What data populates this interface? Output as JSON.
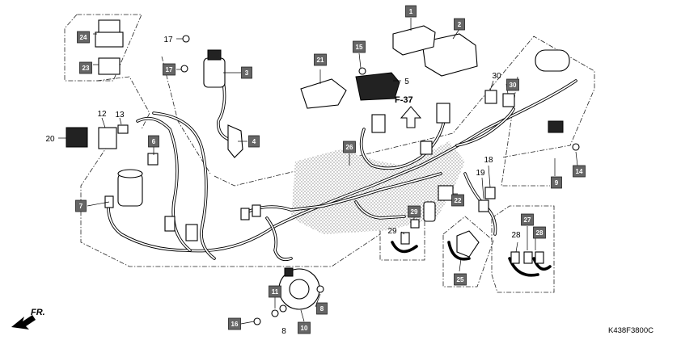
{
  "diagram": {
    "drawing_code": "K438F3800C",
    "reference_label": "F-37",
    "direction_label": "FR."
  },
  "callouts": [
    {
      "id": "c1",
      "label": "1",
      "boxed": true
    },
    {
      "id": "c2",
      "label": "2",
      "boxed": true
    },
    {
      "id": "c3",
      "label": "3",
      "boxed": true
    },
    {
      "id": "c4",
      "label": "4",
      "boxed": true
    },
    {
      "id": "c5",
      "label": "5",
      "boxed": false
    },
    {
      "id": "c6",
      "label": "6",
      "boxed": true
    },
    {
      "id": "c7",
      "label": "7",
      "boxed": true
    },
    {
      "id": "c8",
      "label": "8",
      "boxed": true
    },
    {
      "id": "c8b",
      "label": "8",
      "boxed": false
    },
    {
      "id": "c9",
      "label": "9",
      "boxed": true
    },
    {
      "id": "c10",
      "label": "10",
      "boxed": true
    },
    {
      "id": "c11",
      "label": "11",
      "boxed": true
    },
    {
      "id": "c12",
      "label": "12",
      "boxed": false
    },
    {
      "id": "c13",
      "label": "13",
      "boxed": false
    },
    {
      "id": "c14",
      "label": "14",
      "boxed": true
    },
    {
      "id": "c15",
      "label": "15",
      "boxed": true
    },
    {
      "id": "c16",
      "label": "16",
      "boxed": true
    },
    {
      "id": "c17a",
      "label": "17",
      "boxed": false
    },
    {
      "id": "c17b",
      "label": "17",
      "boxed": true
    },
    {
      "id": "c18",
      "label": "18",
      "boxed": false
    },
    {
      "id": "c19",
      "label": "19",
      "boxed": false
    },
    {
      "id": "c20",
      "label": "20",
      "boxed": false
    },
    {
      "id": "c21",
      "label": "21",
      "boxed": true
    },
    {
      "id": "c22",
      "label": "22",
      "boxed": true
    },
    {
      "id": "c23",
      "label": "23",
      "boxed": true
    },
    {
      "id": "c24",
      "label": "24",
      "boxed": true
    },
    {
      "id": "c25",
      "label": "25",
      "boxed": true
    },
    {
      "id": "c26",
      "label": "26",
      "boxed": true
    },
    {
      "id": "c27",
      "label": "27",
      "boxed": true
    },
    {
      "id": "c28a",
      "label": "28",
      "boxed": false
    },
    {
      "id": "c28b",
      "label": "28",
      "boxed": true
    },
    {
      "id": "c29a",
      "label": "29",
      "boxed": false
    },
    {
      "id": "c29b",
      "label": "29",
      "boxed": true
    },
    {
      "id": "c30a",
      "label": "30",
      "boxed": false
    },
    {
      "id": "c30b",
      "label": "30",
      "boxed": true
    }
  ]
}
